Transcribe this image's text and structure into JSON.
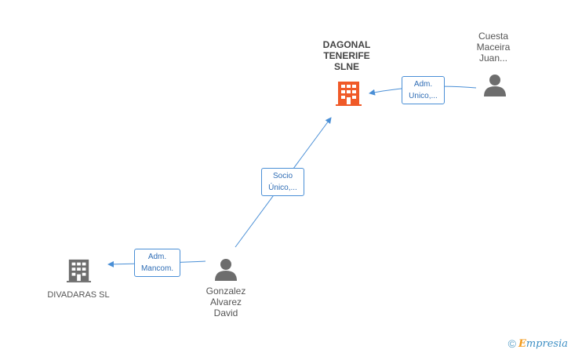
{
  "nodes": {
    "dagonal": {
      "lines": [
        "DAGONAL",
        "TENERIFE",
        "SLNE"
      ],
      "icon": "building-icon",
      "color": "#f05a28"
    },
    "cuesta": {
      "lines": [
        "Cuesta",
        "Maceira",
        "Juan..."
      ],
      "icon": "person-icon",
      "color": "#6d6d6d"
    },
    "gonzalez": {
      "lines": [
        "Gonzalez",
        "Alvarez",
        "David"
      ],
      "icon": "person-icon",
      "color": "#6d6d6d"
    },
    "divadaras": {
      "lines": [
        "DIVADARAS SL"
      ],
      "icon": "building-icon",
      "color": "#6d6d6d"
    }
  },
  "edges": {
    "cuesta_to_dagonal": {
      "lines": [
        "Adm.",
        "Unico,..."
      ]
    },
    "gonzalez_to_dagonal": {
      "lines": [
        "Socio",
        "Único,..."
      ]
    },
    "gonzalez_to_divadaras": {
      "lines": [
        "Adm.",
        "Mancom."
      ]
    }
  },
  "colors": {
    "edge": "#4a8fd6",
    "accent": "#f05a28"
  },
  "footer": {
    "copyright": "©",
    "brand_first": "E",
    "brand_rest": "mpresia"
  }
}
